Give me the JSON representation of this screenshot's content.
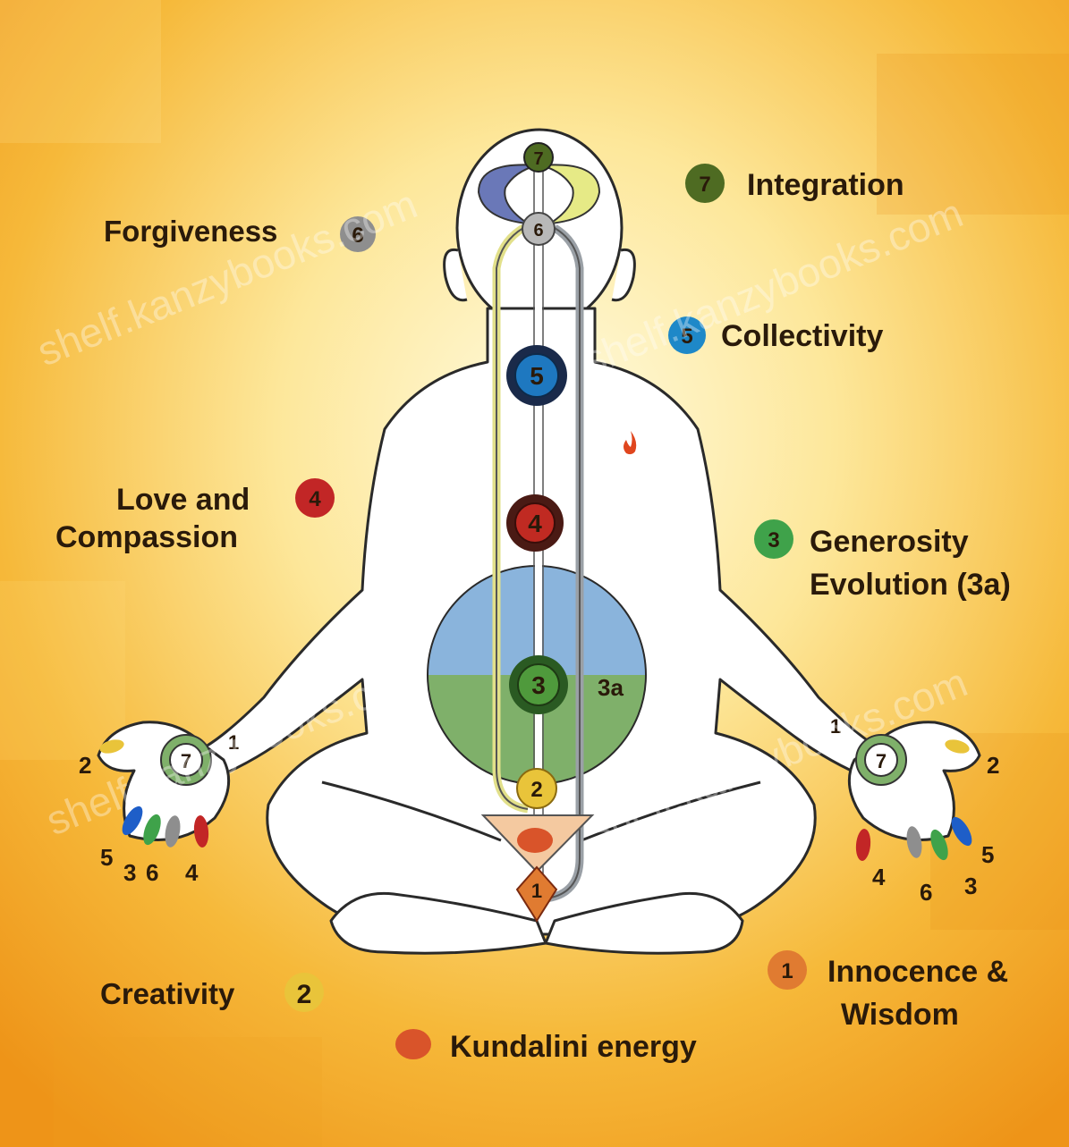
{
  "qualities": [
    {
      "number": "7",
      "label": "Integration",
      "color": "#4e6b22"
    },
    {
      "number": "6",
      "label": "Forgiveness",
      "color": "#8e8e8e"
    },
    {
      "number": "5",
      "label": "Collectivity",
      "color": "#1e88c8"
    },
    {
      "number": "4",
      "label_lines": [
        "Love and",
        "Compassion"
      ],
      "color": "#c22626"
    },
    {
      "number": "3",
      "label_lines": [
        "Generosity",
        "Evolution (3a)"
      ],
      "color": "#3fa24a"
    },
    {
      "number": "2",
      "label": "Creativity",
      "color": "#e9c43a"
    },
    {
      "number": "1",
      "label_lines": [
        "Innocence &",
        "Wisdom"
      ],
      "color": "#e07b31"
    }
  ],
  "kundalini": {
    "label": "Kundalini energy",
    "color": "#d9542a"
  },
  "spine_chakras": [
    "7",
    "6",
    "5",
    "4",
    "3",
    "2",
    "1"
  ],
  "void_label": "3a",
  "finger_numbers": {
    "left": [
      "1",
      "7",
      "2",
      "5",
      "3",
      "6",
      "4"
    ],
    "right": [
      "1",
      "7",
      "2",
      "5",
      "3",
      "6",
      "4"
    ]
  },
  "watermark": "shelf.kanzybooks.com"
}
